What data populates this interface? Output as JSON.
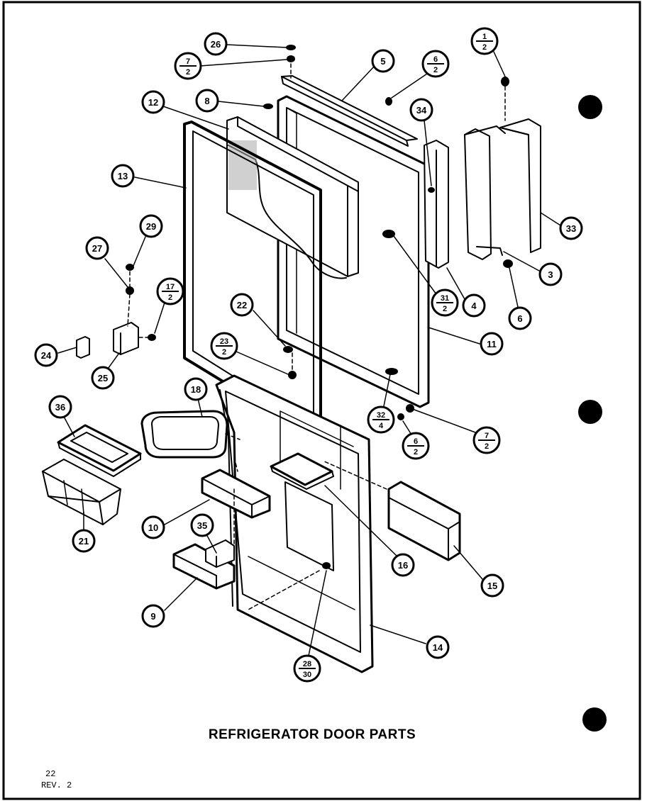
{
  "caption": "REFRIGERATOR DOOR PARTS",
  "page_number": "22",
  "revision": "REV. 2",
  "callouts": [
    {
      "id": "c26a",
      "top": "26"
    },
    {
      "id": "c7-2a",
      "top": "7",
      "bottom": "2"
    },
    {
      "id": "c8",
      "top": "8"
    },
    {
      "id": "c5",
      "top": "5"
    },
    {
      "id": "c6-2a",
      "top": "6",
      "bottom": "2"
    },
    {
      "id": "c1-2",
      "top": "1",
      "bottom": "2"
    },
    {
      "id": "c12",
      "top": "12"
    },
    {
      "id": "c34",
      "top": "34"
    },
    {
      "id": "c13",
      "top": "13"
    },
    {
      "id": "c33",
      "top": "33"
    },
    {
      "id": "c29",
      "top": "29"
    },
    {
      "id": "c27",
      "top": "27"
    },
    {
      "id": "c3",
      "top": "3"
    },
    {
      "id": "c31-2",
      "top": "31",
      "bottom": "2"
    },
    {
      "id": "c4",
      "top": "4"
    },
    {
      "id": "c6",
      "top": "6"
    },
    {
      "id": "c17-2",
      "top": "17",
      "bottom": "2"
    },
    {
      "id": "c22",
      "top": "22"
    },
    {
      "id": "c11",
      "top": "11"
    },
    {
      "id": "c24",
      "top": "24"
    },
    {
      "id": "c23-2",
      "top": "23",
      "bottom": "2"
    },
    {
      "id": "c25",
      "top": "25"
    },
    {
      "id": "c18",
      "top": "18"
    },
    {
      "id": "c36",
      "top": "36"
    },
    {
      "id": "c32-4",
      "top": "32",
      "bottom": "4"
    },
    {
      "id": "c7-2b",
      "top": "7",
      "bottom": "2"
    },
    {
      "id": "c6-2b",
      "top": "6",
      "bottom": "2"
    },
    {
      "id": "c21",
      "top": "21"
    },
    {
      "id": "c10",
      "top": "10"
    },
    {
      "id": "c35",
      "top": "35"
    },
    {
      "id": "c16",
      "top": "16"
    },
    {
      "id": "c15",
      "top": "15"
    },
    {
      "id": "c9",
      "top": "9"
    },
    {
      "id": "c14",
      "top": "14"
    },
    {
      "id": "c28-30",
      "top": "28",
      "bottom": "30"
    }
  ]
}
